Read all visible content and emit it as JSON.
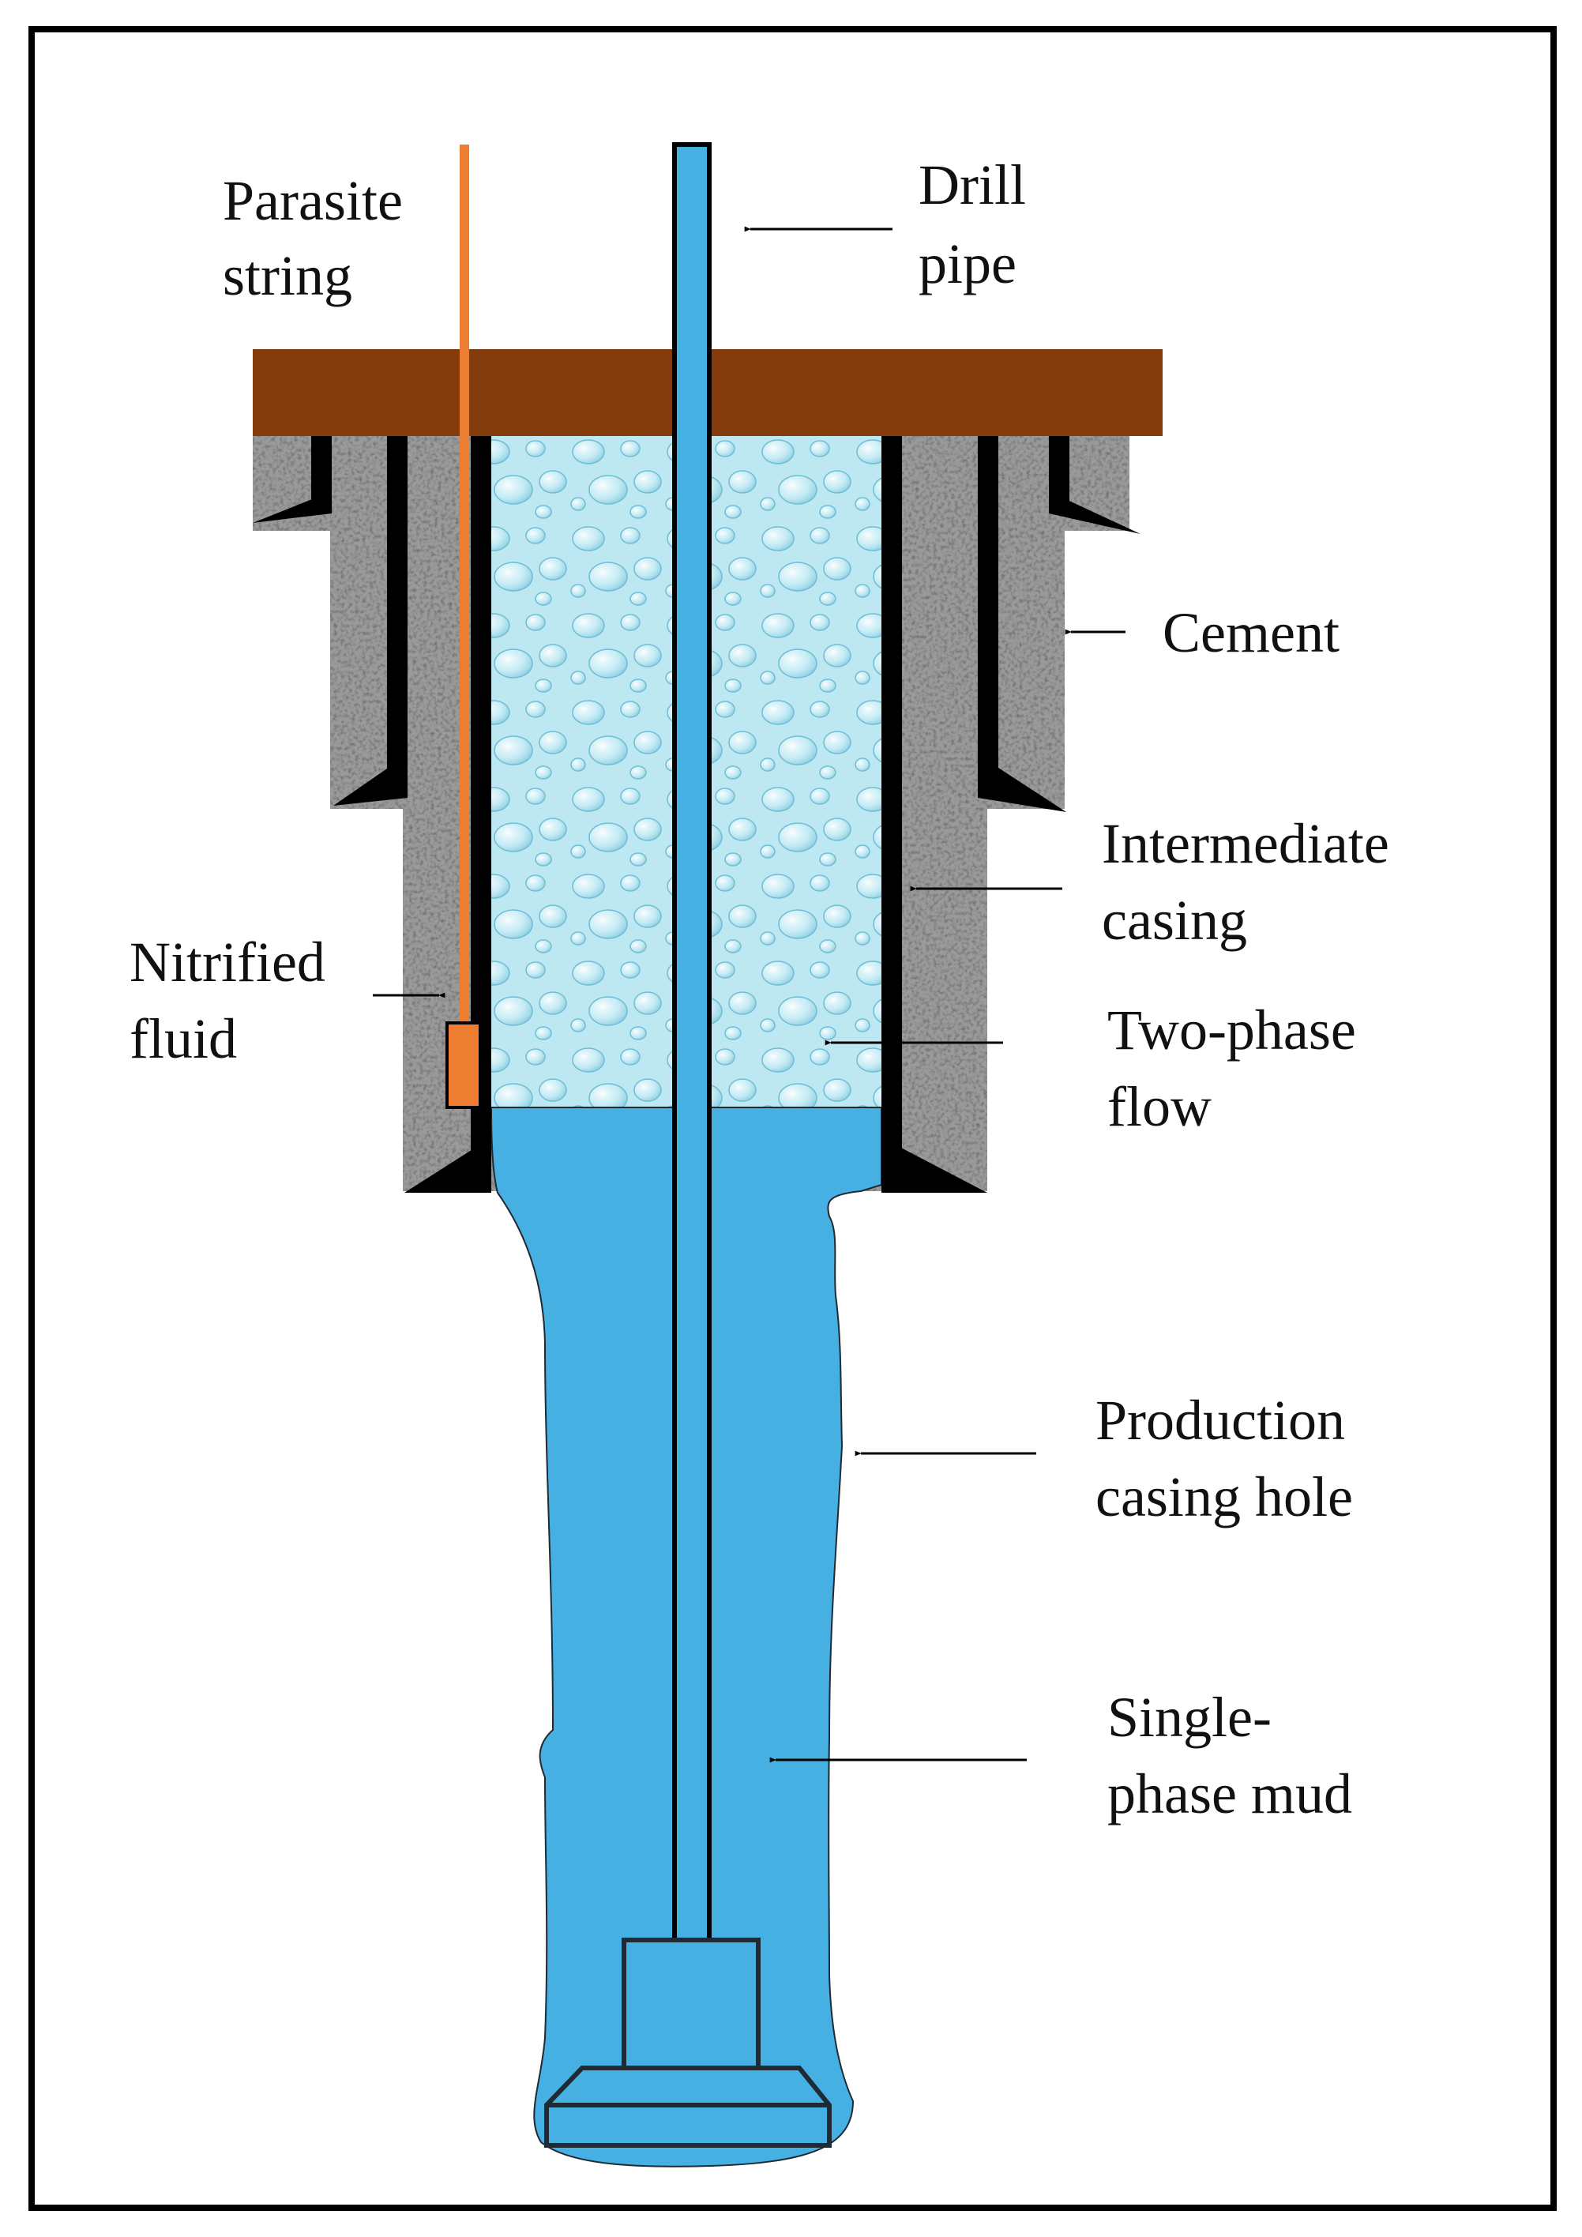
{
  "labels": {
    "parasite_string": [
      "Parasite",
      "string"
    ],
    "drill_pipe": [
      "Drill",
      "pipe"
    ],
    "cement": [
      "Cement"
    ],
    "intermediate_casing": [
      "Intermediate",
      "casing"
    ],
    "nitrified_fluid": [
      "Nitrified",
      "fluid"
    ],
    "two_phase_flow": [
      "Two-phase",
      "flow"
    ],
    "production_casing_hole": [
      "Production",
      "casing hole"
    ],
    "single_phase_mud": [
      "Single-",
      "phase mud"
    ]
  },
  "colors": {
    "wellhead_cap": "#843C0C",
    "parasite_string": "#ED7D31",
    "drill_pipe": "#46B0E2",
    "mud": "#46B0E2",
    "two_phase_fluid": "#BDE8F2",
    "cement": "#9A9A9A",
    "casing": "#000000",
    "outline": "#1F2A33"
  }
}
